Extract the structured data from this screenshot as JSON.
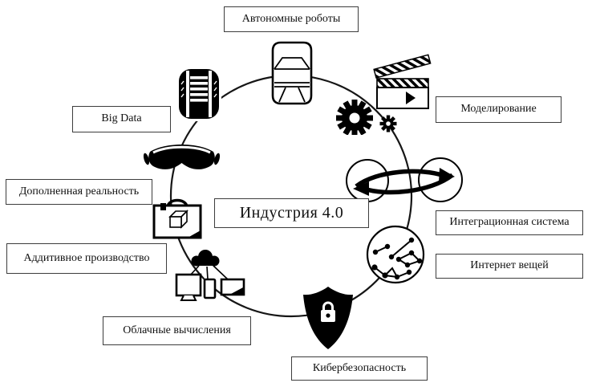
{
  "figure": {
    "center": {
      "label": "Индустрия 4.0"
    },
    "nodes": [
      {
        "id": "autonomous-robots",
        "label": "Автономные роботы",
        "icon": "autonomous-car-icon"
      },
      {
        "id": "big-data",
        "label": "Big Data",
        "icon": "server-database-icon"
      },
      {
        "id": "augmented-reality",
        "label": "Дополненная реальность",
        "icon": "ar-goggles-icon"
      },
      {
        "id": "additive-manufacturing",
        "label": "Аддитивное производство",
        "icon": "printer-cube-case-icon"
      },
      {
        "id": "cloud-computing",
        "label": "Облачные вычисления",
        "icon": "cloud-devices-icon"
      },
      {
        "id": "cybersecurity",
        "label": "Кибербезопасность",
        "icon": "shield-lock-icon"
      },
      {
        "id": "internet-of-things",
        "label": "Интернет вещей",
        "icon": "iot-network-globe-icon"
      },
      {
        "id": "integration-system",
        "label": "Интеграционная система",
        "icon": "integration-sync-arrows-icon"
      },
      {
        "id": "modeling",
        "label": "Моделирование",
        "icon": "clapperboard-gears-icon"
      }
    ],
    "colors": {
      "ink": "#000000",
      "box_border": "#3d3d3d",
      "background": "#ffffff"
    }
  }
}
